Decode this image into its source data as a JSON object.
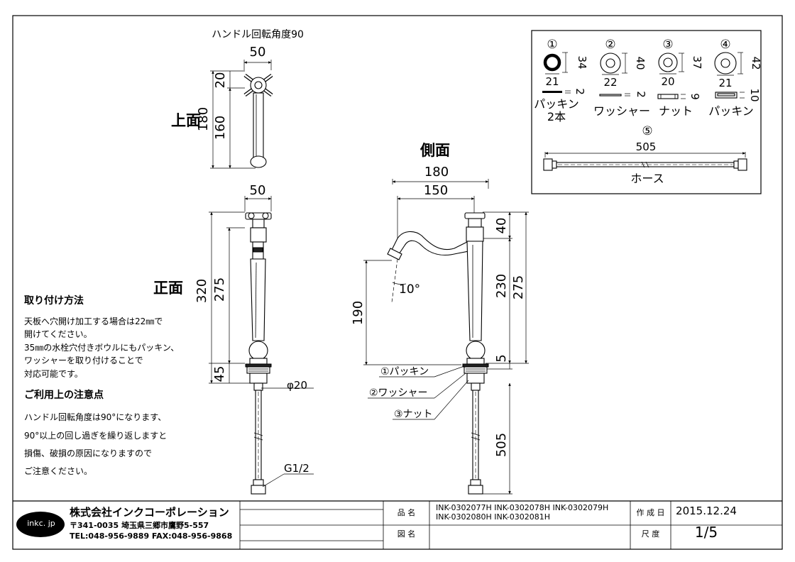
{
  "views": {
    "top": {
      "label": "上面",
      "note": "ハンドル回転角度90",
      "w": "50",
      "d1": "20",
      "d2": "180",
      "d3": "160"
    },
    "front": {
      "label": "正面",
      "w": "50",
      "d_total": "320",
      "d_body": "275",
      "d_base": "45",
      "dia": "φ20",
      "thread": "G1/2"
    },
    "side": {
      "label": "側面",
      "w1": "180",
      "w2": "150",
      "d_top": "40",
      "d_mid": "230",
      "d_total": "275",
      "d_low": "5",
      "d_spout": "190",
      "d_hose": "505",
      "angle": "10°",
      "callouts": [
        "①パッキン",
        "②ワッシャー",
        "③ナット"
      ]
    }
  },
  "parts": {
    "p1": {
      "num": "①",
      "od": "34",
      "id": "21",
      "t": "2",
      "name": "パッキン",
      "qty": "2本"
    },
    "p2": {
      "num": "②",
      "od": "40",
      "id": "22",
      "t": "2",
      "name": "ワッシャー"
    },
    "p3": {
      "num": "③",
      "od": "37",
      "id": "20",
      "t": "9",
      "name": "ナット"
    },
    "p4": {
      "num": "④",
      "od": "42",
      "id": "21",
      "t": "10",
      "name": "パッキン"
    },
    "p5": {
      "num": "⑤",
      "len": "505",
      "name": "ホース"
    }
  },
  "notes": {
    "install_title": "取り付け方法",
    "install_lines": [
      "天板へ穴開け加工する場合は22㎜で",
      "開けてください。",
      "35㎜の水栓穴付きボウルにもパッキン、",
      "ワッシャーを取り付けることで",
      "対応可能です。"
    ],
    "caution_title": "ご利用上の注意点",
    "caution_lines": [
      "ハンドル回転角度は90°になります、",
      "90°以上の回し過ぎを繰り返しますと",
      "損傷、破損の原因になりますので",
      "ご注意ください。"
    ]
  },
  "titleblock": {
    "logo": "inkc. jp",
    "company": "株式会社インクコーポレーション",
    "address": "〒341-0035 埼玉県三郷市鷹野5-557",
    "tel": "TEL:048-956-9889 FAX:048-956-9868",
    "product_label": "品 名",
    "product_line1": "INK-0302077H INK-0302078H INK-0302079H",
    "product_line2": "INK-0302080H INK-0302081H",
    "drawing_label": "図 名",
    "drawing_value": "",
    "date_label": "作 成 日",
    "date_value": "2015.12.24",
    "scale_label": "尺 度",
    "scale_value": "1/5"
  }
}
